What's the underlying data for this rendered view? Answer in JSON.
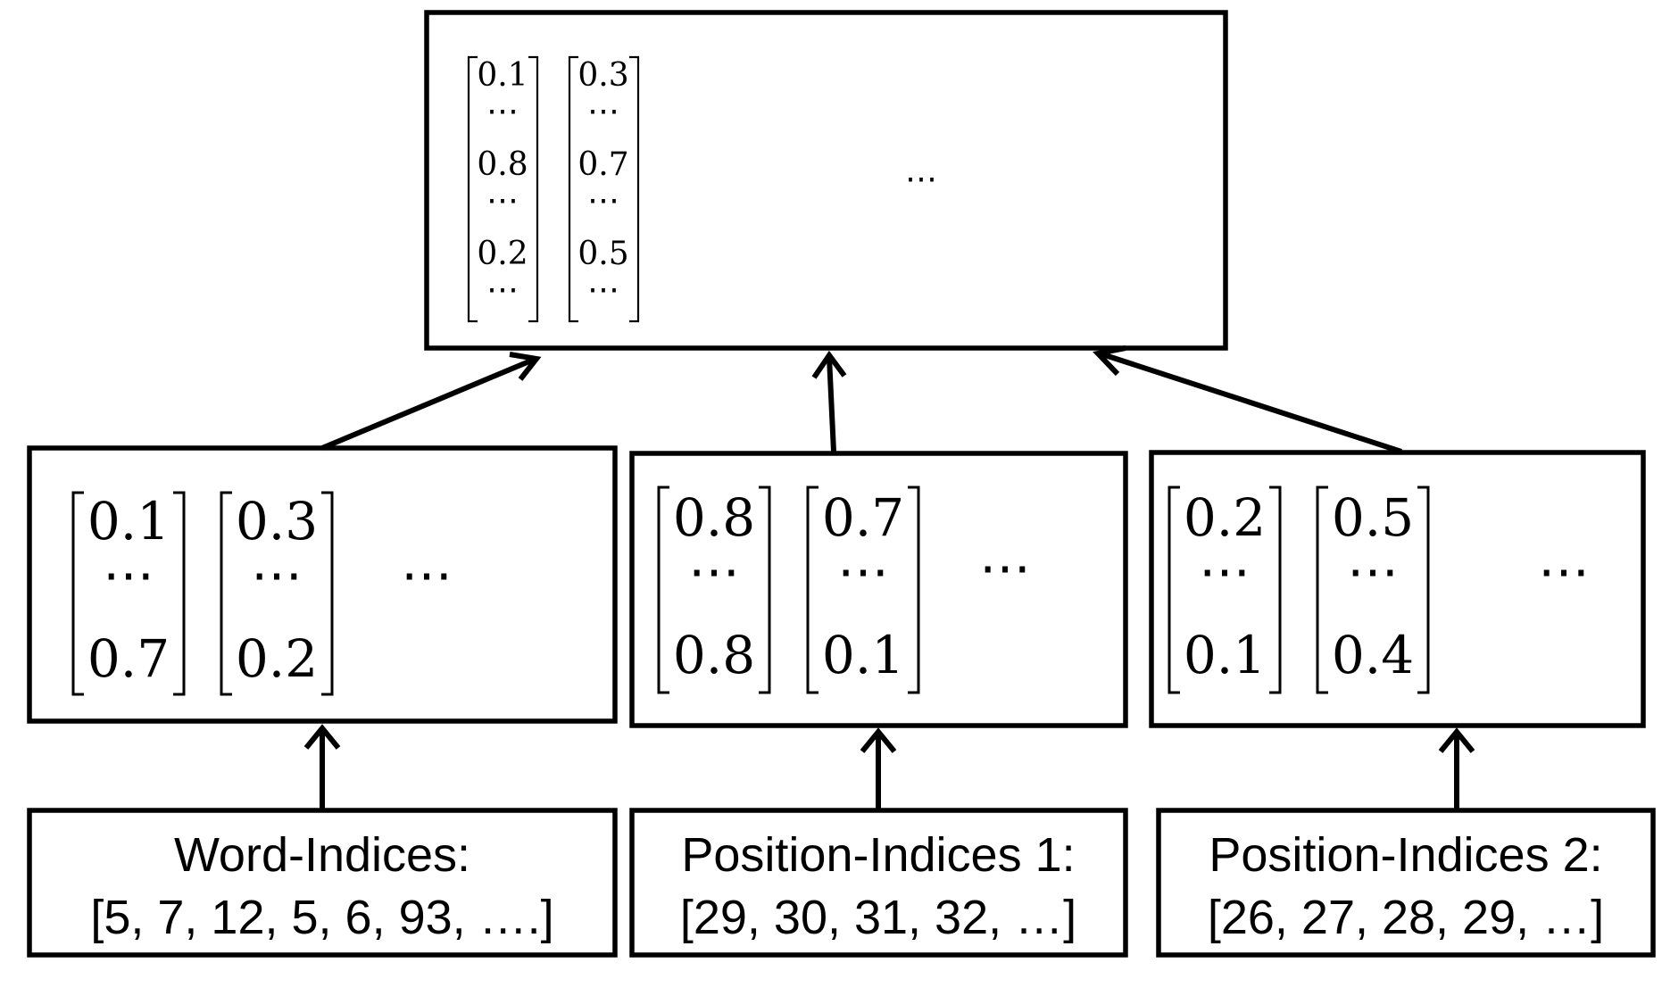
{
  "top": {
    "vectors": [
      [
        "0.1",
        "⋯",
        "0.8",
        "⋯",
        "0.2",
        "⋯"
      ],
      [
        "0.3",
        "⋯",
        "0.7",
        "⋯",
        "0.5",
        "⋯"
      ]
    ],
    "ellipsis": "⋯"
  },
  "middle": [
    {
      "vectors": [
        [
          "0.1",
          "⋯",
          "0.7"
        ],
        [
          "0.3",
          "⋯",
          "0.2"
        ]
      ],
      "ellipsis": "⋯"
    },
    {
      "vectors": [
        [
          "0.8",
          "⋯",
          "0.8"
        ],
        [
          "0.7",
          "⋯",
          "0.1"
        ]
      ],
      "ellipsis": "⋯"
    },
    {
      "vectors": [
        [
          "0.2",
          "⋯",
          "0.1"
        ],
        [
          "0.5",
          "⋯",
          "0.4"
        ]
      ],
      "ellipsis": "⋯"
    }
  ],
  "inputs": [
    {
      "title": "Word-Indices:",
      "values": "[5, 7, 12, 5, 6, 93, ….]"
    },
    {
      "title": "Position-Indices 1:",
      "values": "[29, 30, 31, 32, …]"
    },
    {
      "title": "Position-Indices 2:",
      "values": "[26, 27, 28, 29, …]"
    }
  ]
}
